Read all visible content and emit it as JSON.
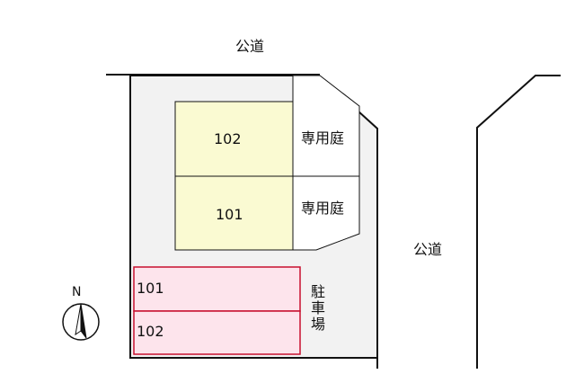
{
  "roads": {
    "top": "公道",
    "right": "公道"
  },
  "units": [
    {
      "number": "102",
      "garden": "専用庭"
    },
    {
      "number": "101",
      "garden": "専用庭"
    }
  ],
  "parking": {
    "label": "駐車場",
    "spaces": [
      "101",
      "102"
    ]
  },
  "compass": {
    "letter": "N"
  },
  "colors": {
    "lot": "#f2f2f2",
    "unit": "#fafad2",
    "parking": "#fde4ec",
    "parking_border": "#c8102e",
    "line": "#111111"
  }
}
